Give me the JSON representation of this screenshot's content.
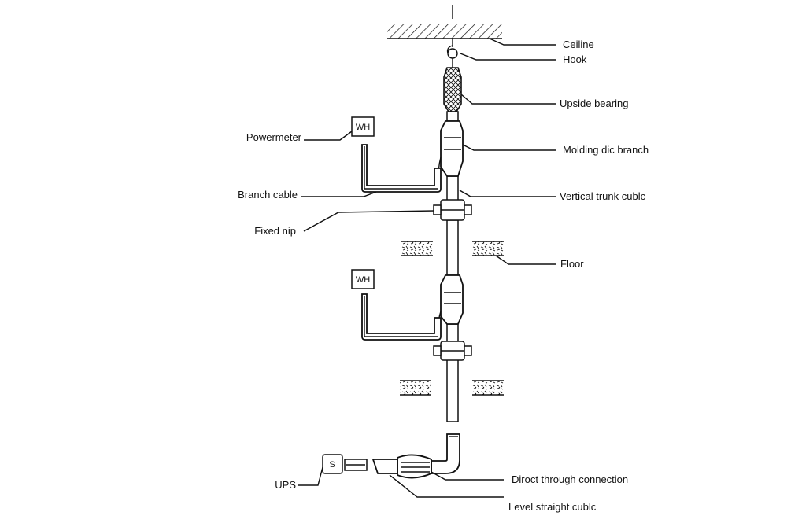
{
  "labels": {
    "ceiling": "Ceiline",
    "hook": "Hook",
    "upside_bearing": "Upside bearing",
    "molding_branch": "Molding dic branch",
    "vertical_trunk": "Vertical trunk cublc",
    "floor": "Floor",
    "powermeter": "Powermeter",
    "branch_cable": "Branch cable",
    "fixed_nip": "Fixed nip",
    "direct_connection": "Diroct through connection",
    "level_cable": "Level straight cublc",
    "ups": "UPS"
  },
  "boxes": {
    "wh_top": "WH",
    "wh_bottom": "WH",
    "ups_box": "S"
  }
}
